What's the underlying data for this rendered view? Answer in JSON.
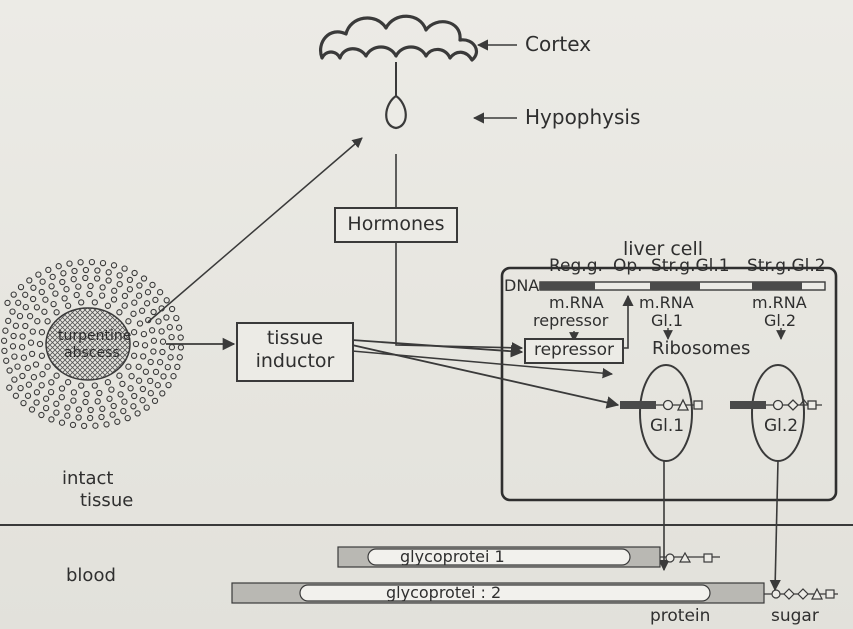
{
  "labels": {
    "cortex": "Cortex",
    "hypophysis": "Hypophysis",
    "hormones": "Hormones",
    "liver_cell": "liver cell",
    "reg_g": "Reg.g.",
    "op": "Op.",
    "str_g_gl1": "Str.g.Gl.1",
    "str_g_gl2": "Str.g.Gl.2",
    "dna": "DNA",
    "mrna_repressor_line1": "m.RNA",
    "mrna_repressor_line2": "repressor",
    "mrna_gl1_line1": "m.RNA",
    "mrna_gl1_line2": "Gl.1",
    "mrna_gl2_line1": "m.RNA",
    "mrna_gl2_line2": "Gl.2",
    "repressor": "repressor",
    "ribosomes": "Ribosomes",
    "gl1": "Gl.1",
    "gl2": "Gl.2",
    "abscess_line1": "turpentine",
    "abscess_line2": "abscess",
    "tissue_inductor_line1": "tissue",
    "tissue_inductor_line2": "inductor",
    "intact_tissue_line1": "intact",
    "intact_tissue_line2": "tissue",
    "blood": "blood",
    "glycoprotein1": "glycoprotei 1",
    "glycoprotein2": "glycoprotei : 2",
    "protein": "protein",
    "sugar": "sugar"
  }
}
